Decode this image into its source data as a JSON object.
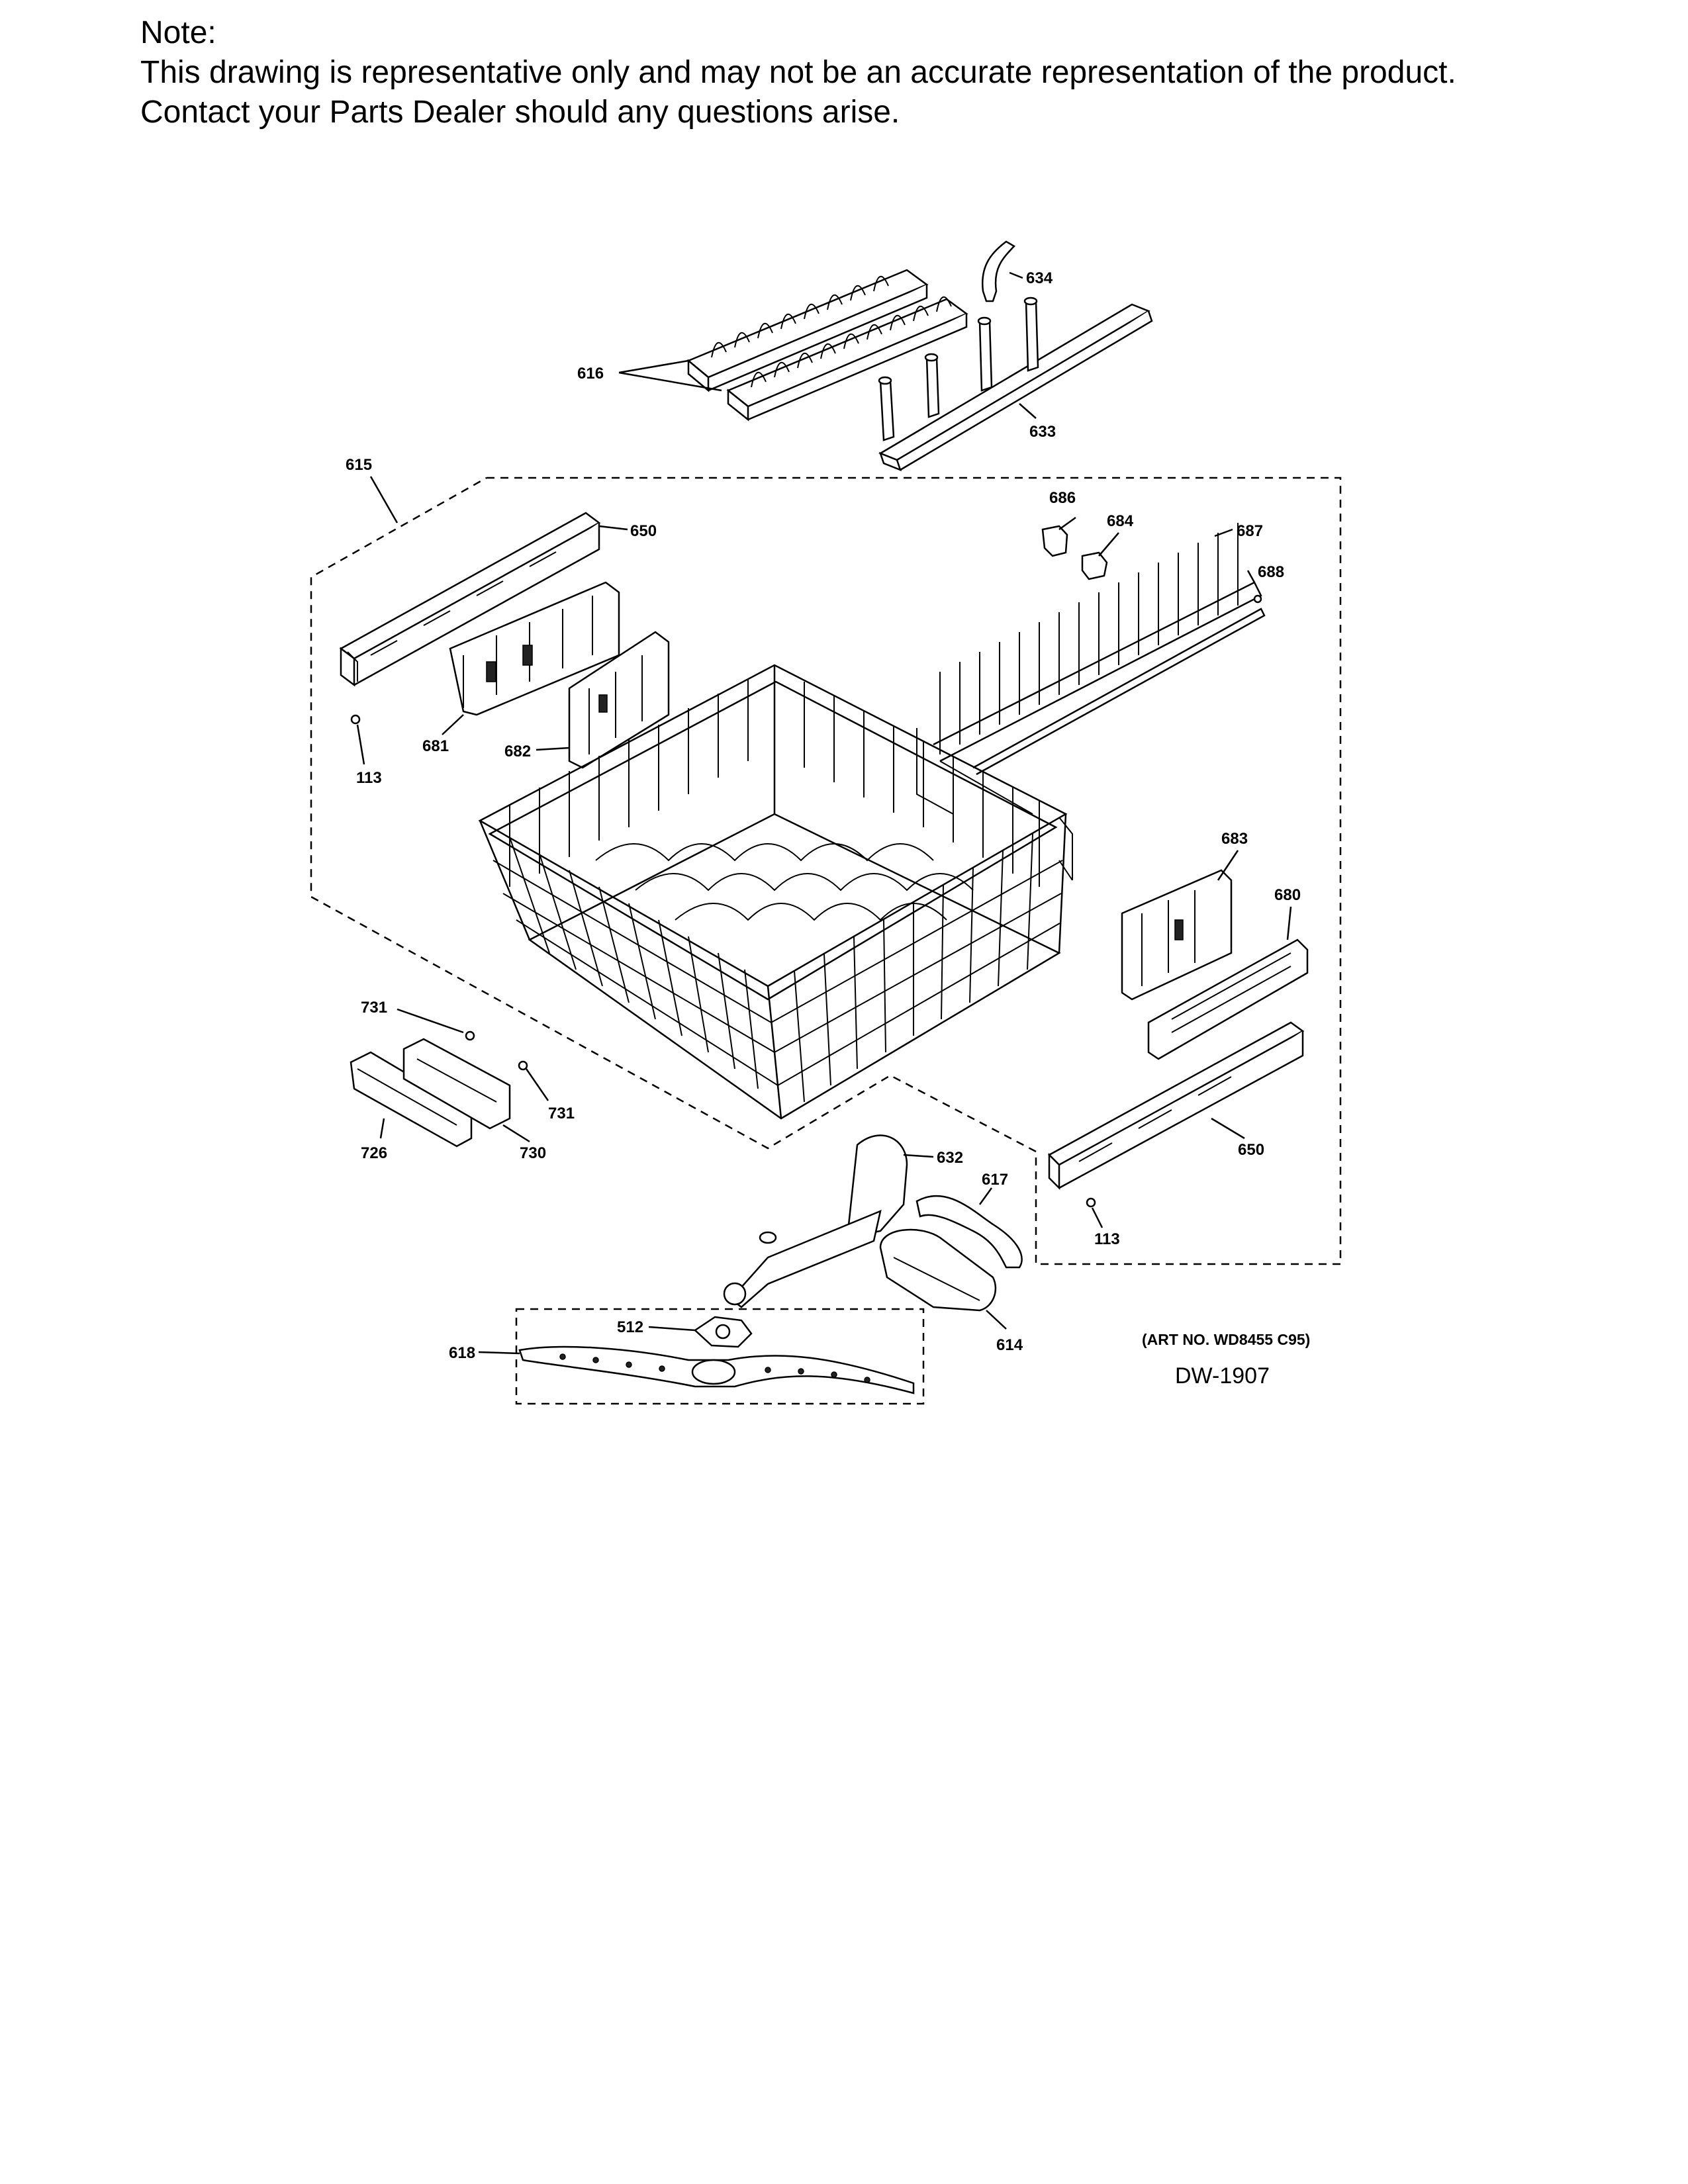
{
  "note": {
    "heading": "Note:",
    "line1": "This drawing is representative only and may not be an accurate representation of the product.",
    "line2": "Contact your Parts Dealer should any questions arise."
  },
  "labels": {
    "p634": "634",
    "p616": "616",
    "p633": "633",
    "p615": "615",
    "p650a": "650",
    "p686": "686",
    "p684": "684",
    "p687": "687",
    "p688": "688",
    "p681": "681",
    "p682": "682",
    "p113a": "113",
    "p683": "683",
    "p680": "680",
    "p731a": "731",
    "p731b": "731",
    "p726": "726",
    "p730": "730",
    "p632": "632",
    "p617": "617",
    "p650b": "650",
    "p113b": "113",
    "p512": "512",
    "p618": "618",
    "p614": "614"
  },
  "art_number": "(ART NO. WD8455 C95)",
  "drawing_id": "DW-1907"
}
